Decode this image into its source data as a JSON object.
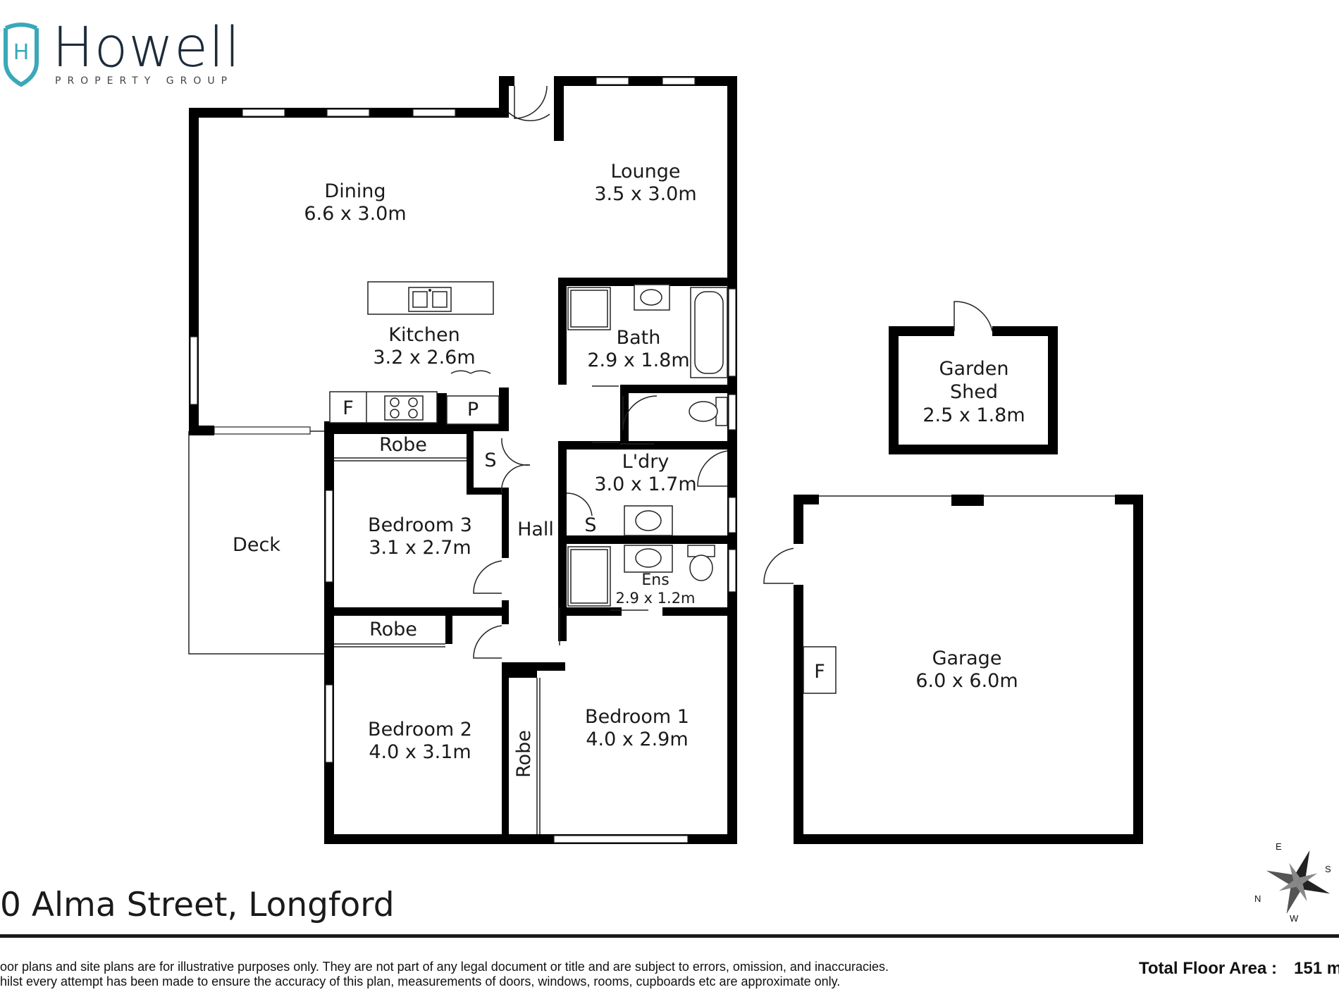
{
  "brand": {
    "name": "Howell",
    "tagline": "PROPERTY GROUP",
    "logo_letter": "H",
    "color": "#3aa8b8"
  },
  "address": "0 Alma Street, Longford",
  "disclaimer": {
    "line1": "oor plans and site plans are for illustrative purposes only. They are not part of any legal document or title and are subject to errors, omission, and inaccuracies.",
    "line2": "hilst every attempt has been made to ensure the accuracy of this plan, measurements of doors, windows, rooms, cupboards etc are approximate only."
  },
  "total_area": {
    "label": "Total Floor Area :",
    "value": "151 m"
  },
  "rooms": {
    "dining": {
      "name": "Dining",
      "dims": "6.6 x 3.0m"
    },
    "lounge": {
      "name": "Lounge",
      "dims": "3.5 x 3.0m"
    },
    "kitchen": {
      "name": "Kitchen",
      "dims": "3.2 x 2.6m"
    },
    "bath": {
      "name": "Bath",
      "dims": "2.9 x 1.8m"
    },
    "laundry": {
      "name": "L'dry",
      "dims": "3.0 x 1.7m"
    },
    "ensuite": {
      "name": "Ens",
      "dims": "2.9 x 1.2m"
    },
    "bed3": {
      "name": "Bedroom 3",
      "dims": "3.1 x 2.7m"
    },
    "bed2": {
      "name": "Bedroom 2",
      "dims": "4.0 x 3.1m"
    },
    "bed1": {
      "name": "Bedroom 1",
      "dims": "4.0 x 2.9m"
    },
    "garage": {
      "name": "Garage",
      "dims": "6.0 x 6.0m"
    },
    "shed": {
      "name1": "Garden",
      "name2": "Shed",
      "dims": "2.5 x 1.8m"
    },
    "deck": {
      "name": "Deck"
    },
    "hall": {
      "name": "Hall"
    },
    "robe": "Robe",
    "fridge": "F",
    "pantry": "P",
    "storage": "S"
  },
  "compass": {
    "n": "N",
    "e": "E",
    "s": "S",
    "w": "W"
  }
}
